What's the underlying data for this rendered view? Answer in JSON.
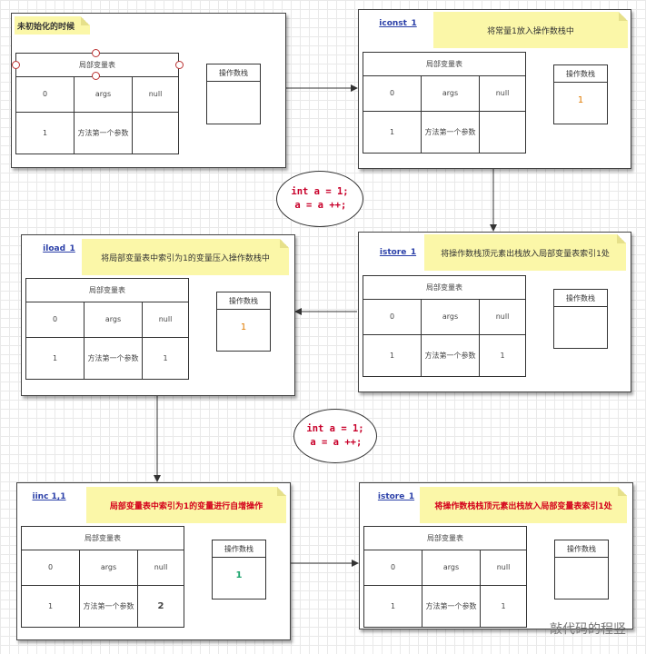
{
  "common": {
    "local_var_table": "局部变量表",
    "operand_stack": "操作数栈",
    "idx0": "0",
    "idx1": "1",
    "args": "args",
    "null": "null",
    "param_desc": "方法第一个参数"
  },
  "panels": {
    "p1": {
      "title": "未初始化的时候",
      "stack_value": "",
      "slot1_value": ""
    },
    "p2": {
      "title": "iconst_1",
      "note": "将常量1放入操作数栈中",
      "stack_value": "1",
      "slot1_value": ""
    },
    "p3": {
      "title": "istore_1",
      "note": "将操作数栈顶元素出栈放入局部变量表索引1处",
      "stack_value": "",
      "slot1_value": "1"
    },
    "p4": {
      "title": "iload_1",
      "note": "将局部变量表中索引为1的变量压入操作数栈中",
      "stack_value": "1",
      "slot1_value": "1"
    },
    "p5": {
      "title": "iinc 1,1",
      "note": "局部变量表中索引为1的变量进行自增操作",
      "stack_value": "1",
      "slot1_value": "2"
    },
    "p6": {
      "title": "istore_1",
      "note": "将操作数栈栈顶元素出栈放入局部变量表索引1处",
      "stack_value": "",
      "slot1_value": "1"
    }
  },
  "code_snippet": {
    "line1": "int a = 1;",
    "line2": "a = a ++;"
  },
  "watermark": "敲代码的程竖",
  "colors": {
    "note_bg": "#fbf7a8",
    "value_orange": "#e07b00",
    "value_green": "#1aa36b",
    "value_red": "#c0101a",
    "code_red": "#c8002a"
  }
}
